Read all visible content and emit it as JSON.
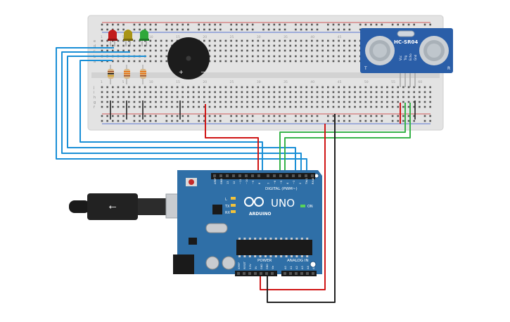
{
  "sensor": {
    "model": "HC-SR04",
    "pin_vcc": "Vcc",
    "pin_trig": "Trig",
    "pin_echo": "Echo",
    "pin_gnd": "Gnd",
    "corner_left": "T",
    "corner_right": "R"
  },
  "leds": [
    "red",
    "yellow",
    "green"
  ],
  "buzzer": {
    "plus": "+",
    "minus": "−"
  },
  "breadboard": {
    "rows_top": [
      "a",
      "b",
      "c",
      "d",
      "e"
    ],
    "rows_bottom": [
      "f",
      "g",
      "h",
      "i",
      "j"
    ],
    "col_marks": [
      "1",
      "5",
      "10",
      "15",
      "20",
      "25",
      "30",
      "35",
      "40",
      "45",
      "50",
      "55",
      "60"
    ]
  },
  "arduino": {
    "brand": "ARDUINO",
    "model": "UNO",
    "digital_label": "DIGITAL (PWM~)",
    "power_label": "POWER",
    "analog_label": "ANALOG IN",
    "on_label": "ON",
    "tx_label": "TX",
    "rx_label": "RX",
    "l_label": "L",
    "digital_pins": [
      "AREF",
      "GND",
      "13",
      "12",
      "~11",
      "~10",
      "~9",
      "8",
      "7",
      "~6",
      "~5",
      "4",
      "~3",
      "2",
      "TX▸1",
      "RX◂0"
    ],
    "power_pins": [
      "IOREF",
      "RESET",
      "3.3V",
      "5V",
      "GND",
      "GND",
      "Vin"
    ],
    "analog_pins": [
      "A0",
      "A1",
      "A2",
      "A3",
      "A4",
      "A5"
    ]
  },
  "colors": {
    "board": "#2f6fa7",
    "wire_blue": "#1a8fd6",
    "wire_green": "#38b34a",
    "wire_red": "#d01515",
    "wire_black": "#222222",
    "breadboard": "#e6e6e6"
  }
}
